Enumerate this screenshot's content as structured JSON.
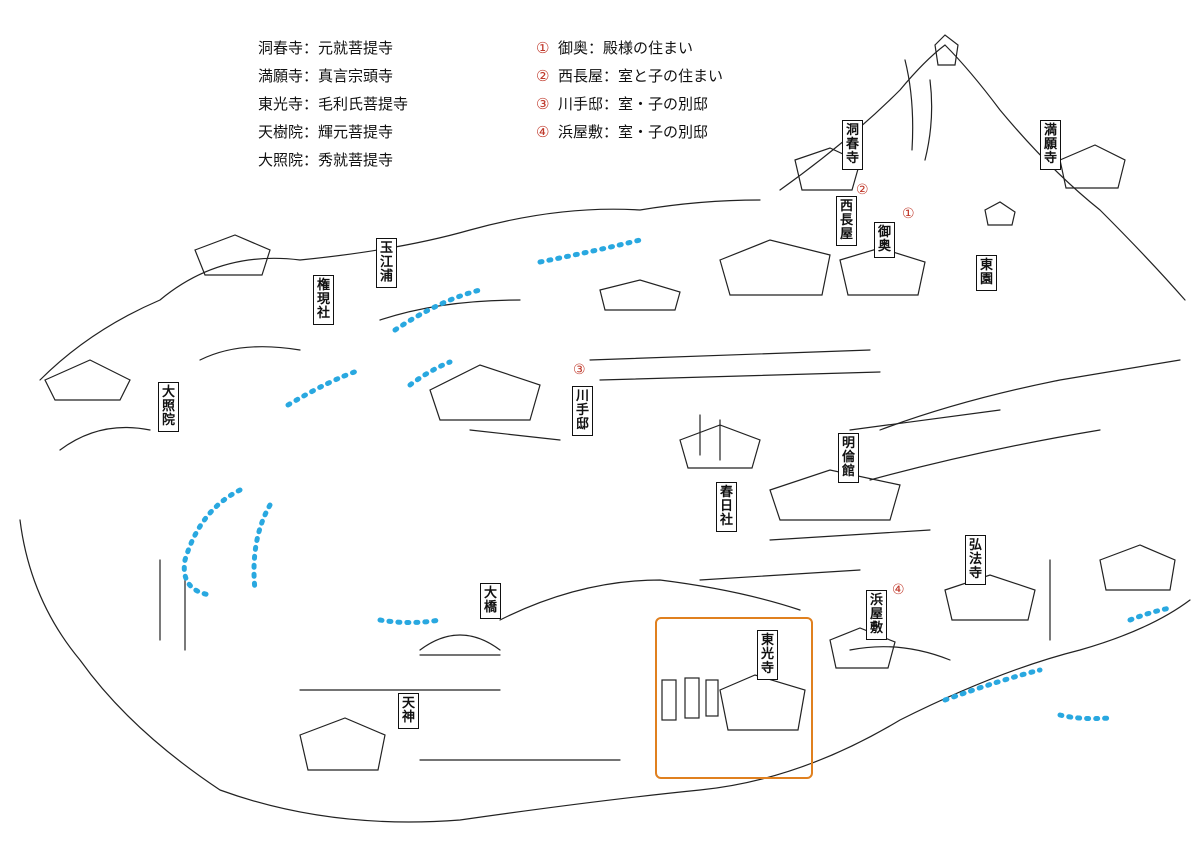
{
  "legend_temples": [
    "洞春寺：元就菩提寺",
    "満願寺：真言宗頭寺",
    "東光寺：毛利氏菩提寺",
    "天樹院：輝元菩提寺",
    "大照院：秀就菩提寺"
  ],
  "legend_residences": [
    {
      "num": "①",
      "text": "御奥：殿様の住まい"
    },
    {
      "num": "②",
      "text": "西長屋：室と子の住まい"
    },
    {
      "num": "③",
      "text": "川手邸：室・子の別邸"
    },
    {
      "num": "④",
      "text": "浜屋敷：室・子の別邸"
    }
  ],
  "map_labels": {
    "tousyunji": "洞春寺",
    "mangannji": "満願寺",
    "nishinagaya": "西長屋",
    "ooku": "御奥",
    "touen": "東園",
    "tamaeura": "玉江浦",
    "gongensha": "権現社",
    "daishouin": "大照院",
    "kawatetei": "川手邸",
    "meirinkan": "明倫館",
    "kasugasha": "春日社",
    "kouhouji": "弘法寺",
    "oohashi": "大橋",
    "hamayashiki": "浜屋敷",
    "toukouji": "東光寺",
    "tenjin": "天神"
  },
  "map_markers": {
    "m1": "①",
    "m2": "②",
    "m3": "③",
    "m4": "④"
  },
  "colors": {
    "water": "#29a8e0",
    "marker": "#c0392b",
    "highlight": "#e0801f"
  }
}
